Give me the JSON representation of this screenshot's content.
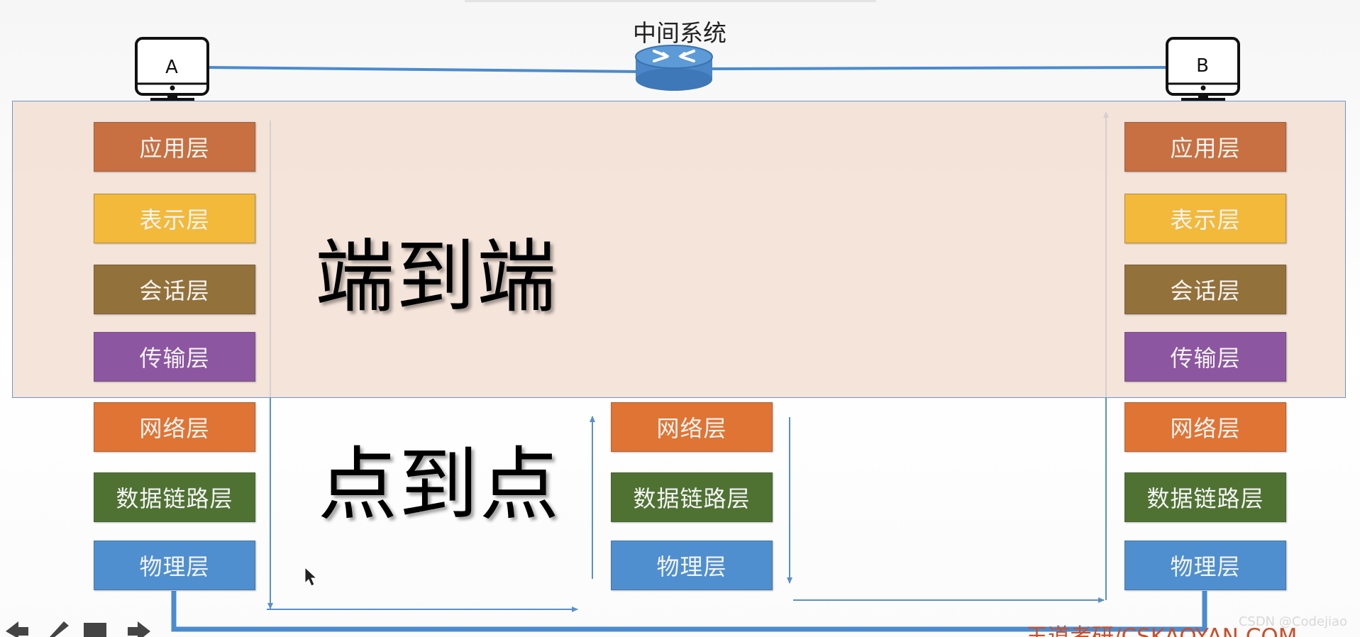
{
  "middle_system": {
    "title": "中间系统"
  },
  "hosts": {
    "a": "A",
    "b": "B"
  },
  "big_labels": {
    "end_to_end": "端到端",
    "point_to_point": "点到点"
  },
  "layers": {
    "application": {
      "label": "应用层",
      "color": "#c87041"
    },
    "presentation": {
      "label": "表示层",
      "color": "#f3b93b"
    },
    "session": {
      "label": "会话层",
      "color": "#93713a"
    },
    "transport": {
      "label": "传输层",
      "color": "#8d56a1"
    },
    "network": {
      "label": "网络层",
      "color": "#e07434"
    },
    "datalink": {
      "label": "数据链路层",
      "color": "#4f7233"
    },
    "physical": {
      "label": "物理层",
      "color": "#4f8fcf"
    }
  },
  "colors": {
    "link_line": "#4a8bd1",
    "thin_arrow": "#5b8fc7",
    "band_border": "#6f95c6",
    "router": "#4a86c8"
  },
  "footer": {
    "text": "王道考研/CSKAOYAN.COM"
  },
  "watermark": {
    "text": "CSDN @Codejiao"
  }
}
